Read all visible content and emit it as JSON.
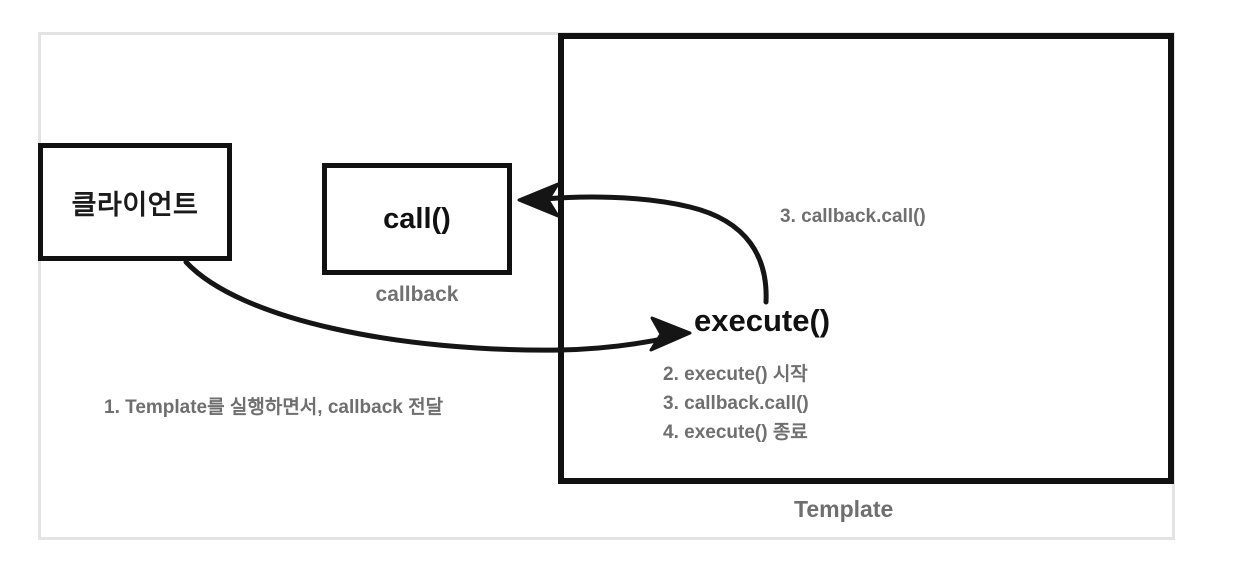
{
  "diagram": {
    "title_caption": "Template",
    "boxes": {
      "client": {
        "label": "클라이언트"
      },
      "callback": {
        "label": "call()",
        "caption": "callback"
      },
      "template": {
        "method_label": "execute()"
      }
    },
    "notes": {
      "client_step": "1. Template를 실행하면서, callback 전달",
      "callback_call_step": "3. callback.call()"
    },
    "template_steps": [
      "2. execute() 시작",
      "3. callback.call()",
      "4. execute() 종료"
    ],
    "colors": {
      "ink": "#111111",
      "muted_text": "#6f6f6f",
      "outer_border": "#e3e3e3",
      "background": "#ffffff"
    }
  }
}
